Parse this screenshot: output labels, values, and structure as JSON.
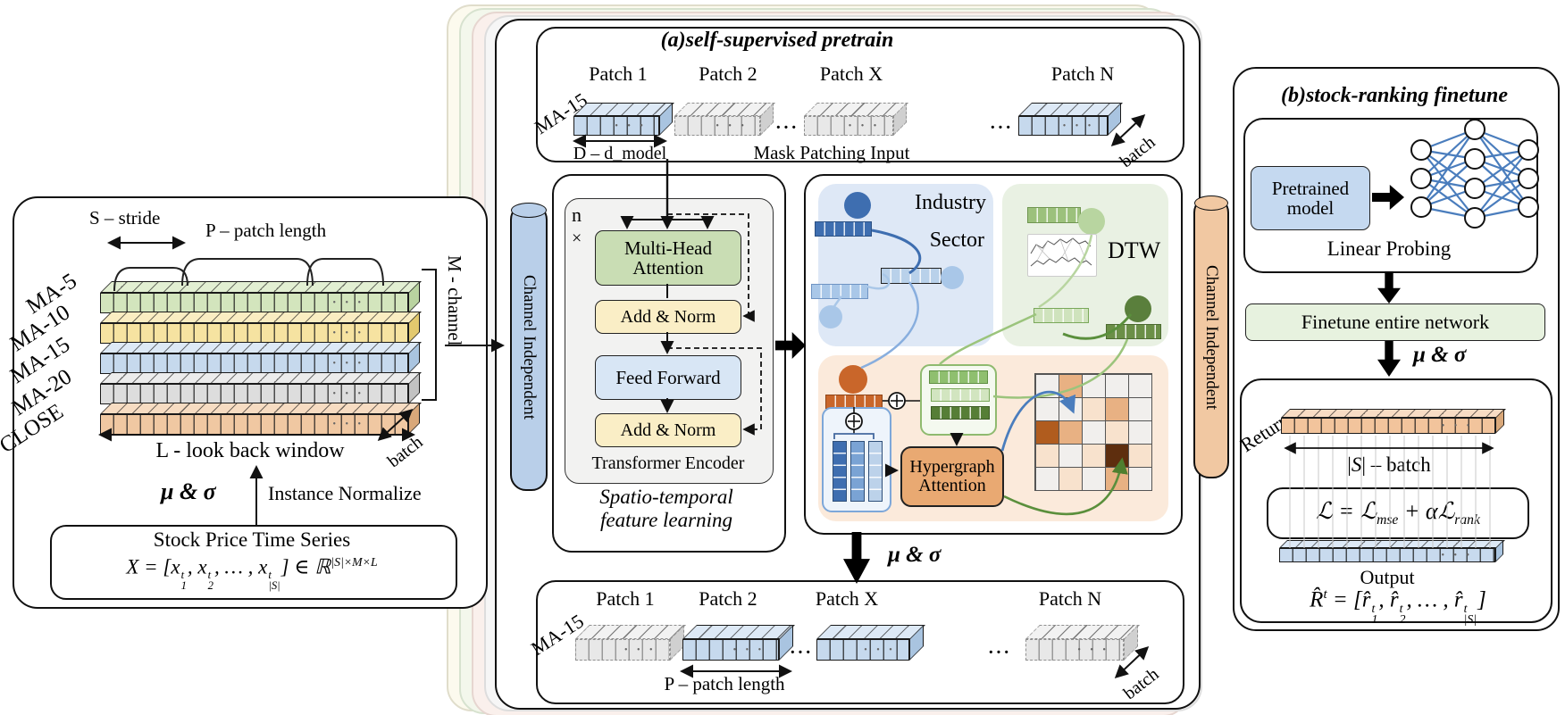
{
  "colors": {
    "layer_green": "#d3e5bd",
    "layer_yellow": "#f6e3a1",
    "layer_blue": "#c6d9ed",
    "layer_gray": "#dddddd",
    "layer_orange": "#f0c8a2",
    "cylinder_blue": "#b9cfe9",
    "cylinder_orange": "#f1c8a2",
    "mha_green": "#c9ddb4",
    "addnorm_yellow": "#faeec6",
    "ff_blue": "#d8e6f5",
    "industry_bg": "#dee8f6",
    "dtw_bg": "#e9f1e3",
    "hypergraph_bg": "#fbeadb",
    "hypergraph_box": "#e9a972",
    "pretrained_blue": "#c5d9f0",
    "finetune_green": "#e7f2df",
    "dark_blue": "#3e6eb0",
    "dark_green": "#5a7f3c",
    "dark_orange": "#c9662a"
  },
  "shared": {
    "dots": "• • •",
    "ellipsis": "···",
    "batch": "batch",
    "musigma": "μ & σ"
  },
  "left_panel": {
    "stride": "S – stride",
    "patch_length": "P – patch length",
    "channels": [
      "MA-5",
      "MA-10",
      "MA-15",
      "MA-20",
      "CLOSE"
    ],
    "m_channel": "M - channel",
    "lookback": "L - look back window",
    "instance_normalize": "Instance Normalize",
    "box_title": "Stock Price Time Series",
    "formula_html": "X = [<i>x</i><span class=\"ss\"><span>t</span><span>1</span></span>, <i>x</i><span class=\"ss\"><span>t</span><span>2</span></span>, … , <i>x</i><span class=\"ss\"><span>t</span><span>|S|</span></span>] ∈ ℝ<sup>|S|×M×L</sup>"
  },
  "cylinders": {
    "left": "Channel Independent",
    "right": "Channel Independent"
  },
  "pretrain": {
    "title": "(a)self-supervised pretrain",
    "ma_label": "MA-15",
    "patches": [
      "Patch 1",
      "Patch 2",
      "Patch X",
      "Patch N"
    ],
    "d_model": "D – d_model",
    "mask_input": "Mask Patching Input"
  },
  "encoder": {
    "n": "n",
    "times": "×",
    "mha": "Multi-Head Attention",
    "addnorm1": "Add & Norm",
    "ff": "Feed Forward",
    "addnorm2": "Add & Norm",
    "caption": "Transformer Encoder",
    "subtitle": "Spatio-temporal feature learning"
  },
  "relation": {
    "industry": "Industry",
    "sector": "Sector",
    "dtw": "DTW",
    "hypergraph": "Hypergraph Attention"
  },
  "heatmap": {
    "palette": {
      "g": "#f1efed",
      "l": "#f8e2cd",
      "m": "#e8b183",
      "d": "#b05c1e",
      "b": "#5e2e0e"
    },
    "grid": [
      "g",
      "m",
      "g",
      "g",
      "g",
      "g",
      "g",
      "l",
      "m",
      "g",
      "d",
      "m",
      "g",
      "l",
      "g",
      "l",
      "g",
      "l",
      "b",
      "l",
      "g",
      "l",
      "g",
      "m",
      "g"
    ]
  },
  "reconstruct": {
    "ma_label": "MA-15",
    "patches": [
      "Patch 1",
      "Patch 2",
      "Patch X",
      "Patch N"
    ],
    "patch_length": "P – patch length"
  },
  "finetune": {
    "title": "(b)stock-ranking finetune",
    "pretrained": "Pretrained model",
    "linear_probing": "Linear Probing",
    "finetune_net": "Finetune entire network",
    "return_label": "Return",
    "s_batch_html": "|<i>S</i>| – batch",
    "loss_html": "ℒ = ℒ<sub>mse</sub> + <i>α</i>ℒ<sub>rank</sub>",
    "output": "Output",
    "output_formula_html": "R̂<sup>t</sup> = [r̂<span class=\"ss\"><span>t</span><span>1</span></span>, r̂<span class=\"ss\"><span>t</span><span>2</span></span>, … , r̂<span class=\"ss\"><span>t</span><span>|S|</span></span>]"
  }
}
